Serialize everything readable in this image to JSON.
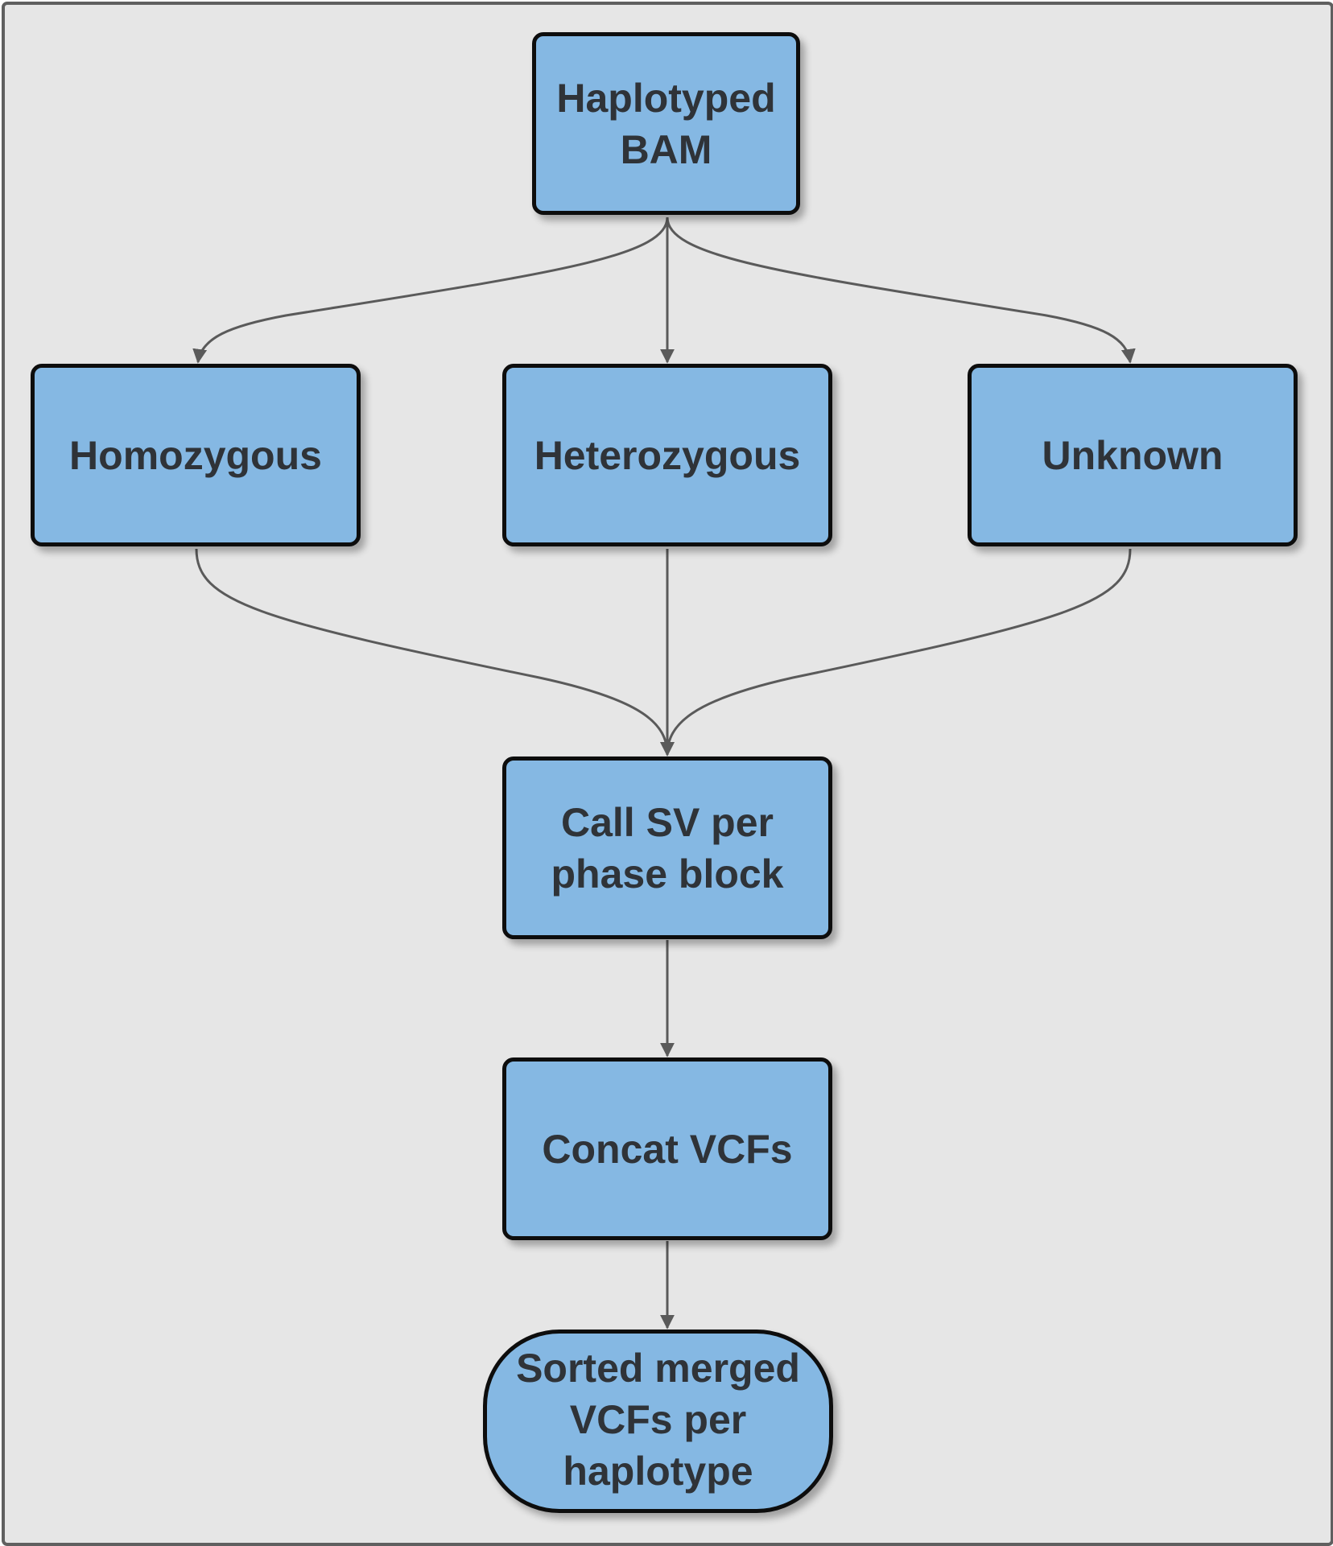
{
  "colors": {
    "background": "#e6e6e6",
    "frame_border": "#5f5f5f",
    "node_fill": "#85b8e3",
    "node_border": "#0d0d0d",
    "node_text": "#2f3338",
    "edge": "#5a5a5a"
  },
  "nodes": {
    "haplotyped_bam": {
      "line1": "Haplotyped",
      "line2": "BAM",
      "shape": "rounded-rectangle"
    },
    "homozygous": {
      "label": "Homozygous",
      "shape": "rounded-rectangle"
    },
    "heterozygous": {
      "label": "Heterozygous",
      "shape": "rounded-rectangle"
    },
    "unknown": {
      "label": "Unknown",
      "shape": "rounded-rectangle"
    },
    "call_sv": {
      "line1": "Call SV per",
      "line2": "phase block",
      "shape": "rounded-rectangle"
    },
    "concat_vcfs": {
      "label": "Concat VCFs",
      "shape": "rounded-rectangle"
    },
    "sorted_merged": {
      "line1": "Sorted merged",
      "line2": "VCFs per",
      "line3": "haplotype",
      "shape": "stadium"
    }
  },
  "edges": [
    {
      "from": "haplotyped_bam",
      "to": "homozygous"
    },
    {
      "from": "haplotyped_bam",
      "to": "heterozygous"
    },
    {
      "from": "haplotyped_bam",
      "to": "unknown"
    },
    {
      "from": "homozygous",
      "to": "call_sv"
    },
    {
      "from": "heterozygous",
      "to": "call_sv"
    },
    {
      "from": "unknown",
      "to": "call_sv"
    },
    {
      "from": "call_sv",
      "to": "concat_vcfs"
    },
    {
      "from": "concat_vcfs",
      "to": "sorted_merged"
    }
  ]
}
